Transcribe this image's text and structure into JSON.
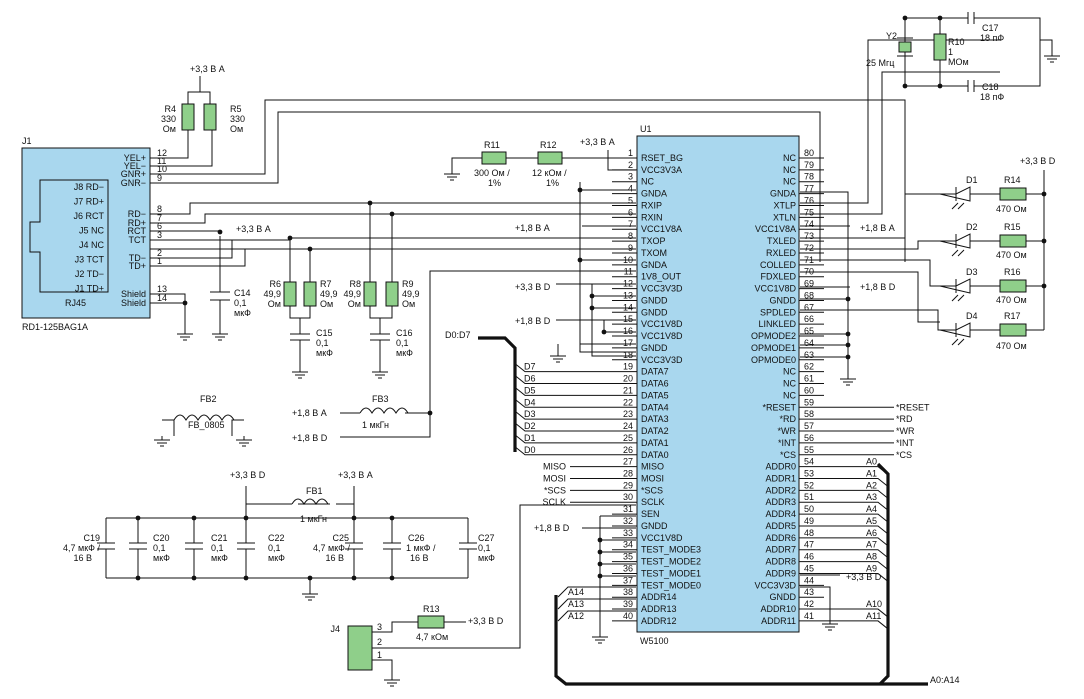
{
  "colors": {
    "chip_fill": "#a9d7ee",
    "component_fill": "#8fcf8a",
    "wire": "#111111"
  },
  "j1": {
    "ref": "J1",
    "part": "RD1-125BAG1A",
    "inner_label": "RJ45",
    "inner_pins": [
      "J8 RD−",
      "J7 RD+",
      "J6 RCT",
      "J5 NC",
      "J4 NC",
      "J3 TCT",
      "J2 TD−",
      "J1 TD+"
    ],
    "pins": [
      {
        "name": "YEL+",
        "num": "12"
      },
      {
        "name": "YEL−",
        "num": "11"
      },
      {
        "name": "GNR+",
        "num": "10"
      },
      {
        "name": "GNR−",
        "num": "9"
      },
      {
        "name": "RD−",
        "num": "8"
      },
      {
        "name": "RD+",
        "num": "7"
      },
      {
        "name": "RCT",
        "num": "6"
      },
      {
        "name": "TCT",
        "num": "3"
      },
      {
        "name": "TD−",
        "num": "2"
      },
      {
        "name": "TD+",
        "num": "1"
      },
      {
        "name": "Shield",
        "num": "13"
      },
      {
        "name": "Shield",
        "num": "14"
      }
    ]
  },
  "resistors": [
    {
      "ref": "R4",
      "value": "330",
      "unit": "Ом"
    },
    {
      "ref": "R5",
      "value": "330",
      "unit": "Ом"
    },
    {
      "ref": "R6",
      "value": "49,9",
      "unit": "Ом"
    },
    {
      "ref": "R7",
      "value": "49,9",
      "unit": "Ом"
    },
    {
      "ref": "R8",
      "value": "49,9",
      "unit": "Ом"
    },
    {
      "ref": "R9",
      "value": "49,9",
      "unit": "Ом"
    },
    {
      "ref": "R10",
      "value": "1",
      "unit": "МОм"
    },
    {
      "ref": "R11",
      "value": "300 Ом /",
      "unit": "1%"
    },
    {
      "ref": "R12",
      "value": "12 кОм /",
      "unit": "1%"
    },
    {
      "ref": "R13",
      "value": "4,7 кОм",
      "unit": ""
    },
    {
      "ref": "R14",
      "value": "470 Ом",
      "unit": ""
    },
    {
      "ref": "R15",
      "value": "470 Ом",
      "unit": ""
    },
    {
      "ref": "R16",
      "value": "470 Ом",
      "unit": ""
    },
    {
      "ref": "R17",
      "value": "470 Ом",
      "unit": ""
    }
  ],
  "capacitors": [
    {
      "ref": "C14",
      "value": "0,1",
      "unit": "мкФ"
    },
    {
      "ref": "C15",
      "value": "0,1",
      "unit": "мкФ"
    },
    {
      "ref": "C16",
      "value": "0,1",
      "unit": "мкФ"
    },
    {
      "ref": "C17",
      "value": "18 пФ",
      "unit": ""
    },
    {
      "ref": "C18",
      "value": "18 пФ",
      "unit": ""
    },
    {
      "ref": "C19",
      "value": "4,7 мкФ /",
      "unit": "16 В"
    },
    {
      "ref": "C20",
      "value": "0,1",
      "unit": "мкФ"
    },
    {
      "ref": "C21",
      "value": "0,1",
      "unit": "мкФ"
    },
    {
      "ref": "C22",
      "value": "0,1",
      "unit": "мкФ"
    },
    {
      "ref": "C25",
      "value": "4,7 мкФ /",
      "unit": "16 В"
    },
    {
      "ref": "C26",
      "value": "1 мкФ /",
      "unit": "16 В"
    },
    {
      "ref": "C27",
      "value": "0,1",
      "unit": "мкФ"
    }
  ],
  "inductors": [
    {
      "ref": "FB1",
      "value": "1 мкГн"
    },
    {
      "ref": "FB2",
      "value": "FB_0805"
    },
    {
      "ref": "FB3",
      "value": "1 мкГн"
    }
  ],
  "crystal": {
    "ref": "Y2",
    "value": "25 Мгц"
  },
  "leds": [
    "D1",
    "D2",
    "D3",
    "D4"
  ],
  "j4": {
    "ref": "J4",
    "pins": [
      "3",
      "2",
      "1"
    ]
  },
  "u1": {
    "ref": "U1",
    "part": "W5100",
    "left_pins": [
      {
        "num": "1",
        "name": "RSET_BG"
      },
      {
        "num": "2",
        "name": "VCC3V3A"
      },
      {
        "num": "3",
        "name": "NC"
      },
      {
        "num": "4",
        "name": "GNDA"
      },
      {
        "num": "5",
        "name": "RXIP"
      },
      {
        "num": "6",
        "name": "RXIN"
      },
      {
        "num": "7",
        "name": "VCC1V8A"
      },
      {
        "num": "8",
        "name": "TXOP"
      },
      {
        "num": "9",
        "name": "TXOM"
      },
      {
        "num": "10",
        "name": "GNDA"
      },
      {
        "num": "11",
        "name": "1V8_OUT"
      },
      {
        "num": "12",
        "name": "VCC3V3D"
      },
      {
        "num": "13",
        "name": "GNDD"
      },
      {
        "num": "14",
        "name": "GNDD"
      },
      {
        "num": "15",
        "name": "VCC1V8D"
      },
      {
        "num": "16",
        "name": "VCC1V8D"
      },
      {
        "num": "17",
        "name": "GNDD"
      },
      {
        "num": "18",
        "name": "VCC3V3D"
      },
      {
        "num": "19",
        "name": "DATA7"
      },
      {
        "num": "20",
        "name": "DATA6"
      },
      {
        "num": "21",
        "name": "DATA5"
      },
      {
        "num": "22",
        "name": "DATA4"
      },
      {
        "num": "23",
        "name": "DATA3"
      },
      {
        "num": "24",
        "name": "DATA2"
      },
      {
        "num": "25",
        "name": "DATA1"
      },
      {
        "num": "26",
        "name": "DATA0"
      },
      {
        "num": "27",
        "name": "MISO"
      },
      {
        "num": "28",
        "name": "MOSI"
      },
      {
        "num": "29",
        "name": "*SCS"
      },
      {
        "num": "30",
        "name": "SCLK"
      },
      {
        "num": "31",
        "name": "SEN"
      },
      {
        "num": "32",
        "name": "GNDD"
      },
      {
        "num": "33",
        "name": "VCC1V8D"
      },
      {
        "num": "34",
        "name": "TEST_MODE3"
      },
      {
        "num": "35",
        "name": "TEST_MODE2"
      },
      {
        "num": "36",
        "name": "TEST_MODE1"
      },
      {
        "num": "37",
        "name": "TEST_MODE0"
      },
      {
        "num": "38",
        "name": "ADDR14"
      },
      {
        "num": "39",
        "name": "ADDR13"
      },
      {
        "num": "40",
        "name": "ADDR12"
      }
    ],
    "right_pins": [
      {
        "num": "80",
        "name": "NC"
      },
      {
        "num": "79",
        "name": "NC"
      },
      {
        "num": "78",
        "name": "NC"
      },
      {
        "num": "77",
        "name": "GNDA"
      },
      {
        "num": "76",
        "name": "XTLP"
      },
      {
        "num": "75",
        "name": "XTLN"
      },
      {
        "num": "74",
        "name": "VCC1V8A"
      },
      {
        "num": "73",
        "name": "TXLED"
      },
      {
        "num": "72",
        "name": "RXLED"
      },
      {
        "num": "71",
        "name": "COLLED"
      },
      {
        "num": "70",
        "name": "FDXLED"
      },
      {
        "num": "69",
        "name": "VCC1V8D"
      },
      {
        "num": "68",
        "name": "GNDD"
      },
      {
        "num": "67",
        "name": "SPDLED"
      },
      {
        "num": "66",
        "name": "LINKLED"
      },
      {
        "num": "65",
        "name": "OPMODE2"
      },
      {
        "num": "64",
        "name": "OPMODE1"
      },
      {
        "num": "63",
        "name": "OPMODE0"
      },
      {
        "num": "62",
        "name": "NC"
      },
      {
        "num": "61",
        "name": "NC"
      },
      {
        "num": "60",
        "name": "NC"
      },
      {
        "num": "59",
        "name": "*RESET"
      },
      {
        "num": "58",
        "name": "*RD"
      },
      {
        "num": "57",
        "name": "*WR"
      },
      {
        "num": "56",
        "name": "*INT"
      },
      {
        "num": "55",
        "name": "*CS"
      },
      {
        "num": "54",
        "name": "ADDR0"
      },
      {
        "num": "53",
        "name": "ADDR1"
      },
      {
        "num": "52",
        "name": "ADDR2"
      },
      {
        "num": "51",
        "name": "ADDR3"
      },
      {
        "num": "50",
        "name": "ADDR4"
      },
      {
        "num": "49",
        "name": "ADDR5"
      },
      {
        "num": "48",
        "name": "ADDR6"
      },
      {
        "num": "47",
        "name": "ADDR7"
      },
      {
        "num": "46",
        "name": "ADDR8"
      },
      {
        "num": "45",
        "name": "ADDR9"
      },
      {
        "num": "44",
        "name": "VCC3V3D"
      },
      {
        "num": "43",
        "name": "GNDD"
      },
      {
        "num": "42",
        "name": "ADDR10"
      },
      {
        "num": "41",
        "name": "ADDR11"
      }
    ]
  },
  "nets": {
    "v33a": "+3,3 В А",
    "v33d": "+3,3 В D",
    "v18a": "+1,8 В А",
    "v18d": "+1,8 В D",
    "data_bus": "D0:D7",
    "addr_bus": "A0:A14",
    "data_lines": [
      "D7",
      "D6",
      "D5",
      "D4",
      "D3",
      "D2",
      "D1",
      "D0"
    ],
    "spi_lines": [
      "MISO",
      "MOSI",
      "*SCS",
      "SCLK"
    ],
    "ctrl_lines": [
      "*RESET",
      "*RD",
      "*WR",
      "*INT",
      "*CS"
    ],
    "addr_right": [
      "A0",
      "A1",
      "A2",
      "A3",
      "A4",
      "A5",
      "A6",
      "A7",
      "A8",
      "A9",
      "A10",
      "A11"
    ],
    "addr_left": [
      "A14",
      "A13",
      "A12"
    ]
  }
}
